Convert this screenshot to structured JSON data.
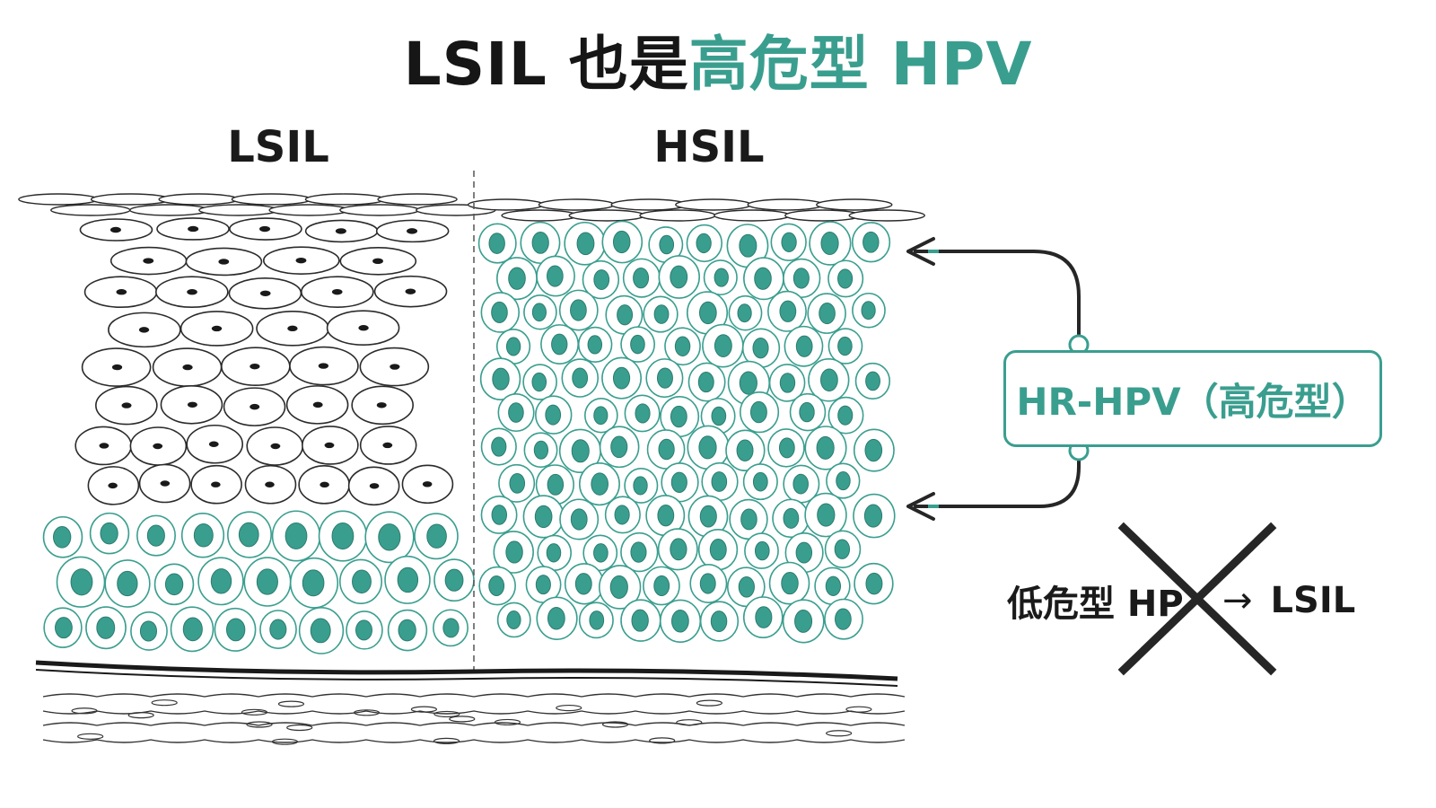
{
  "title": {
    "prefix": "LSIL 也是",
    "highlight": "高危型 HPV"
  },
  "panels": {
    "left_label": "LSIL",
    "right_label": "HSIL"
  },
  "callout": {
    "label": "HR-HPV（高危型）"
  },
  "crossed_statement": {
    "left": "低危型 HPV",
    "arrow": "→",
    "right": "LSIL"
  },
  "colors": {
    "accent": "#3a9e8f",
    "nucleus_dark": "#1a1a1a",
    "nucleus_teal": "#3a9e8f",
    "line": "#2b2b2b"
  },
  "icons": {
    "connector": "curved-double-arrow-icon",
    "cross": "x-mark-icon"
  }
}
